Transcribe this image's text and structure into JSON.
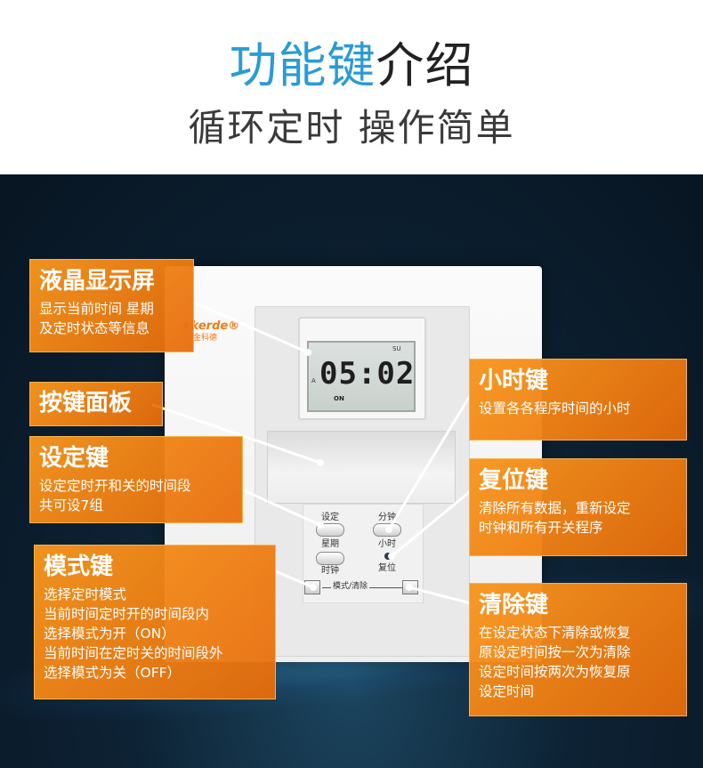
{
  "header": {
    "title_accent": "功能键",
    "title_rest": "介绍",
    "subtitle": "循环定时 操作简单"
  },
  "device": {
    "brand": "kerde",
    "brand_cn": "金科德",
    "lcd_time": "05:02",
    "lcd_day": "SU",
    "lcd_a": "A",
    "lcd_on": "ON",
    "btn_set": "设定",
    "btn_week": "星期",
    "btn_clock": "时钟",
    "btn_minute": "分钟",
    "btn_hour": "小时",
    "btn_reset": "复位",
    "mode_clear": "模式/清除"
  },
  "callouts": {
    "lcd": {
      "title": "液晶显示屏",
      "lines": [
        "显示当前时间 星期",
        "及定时状态等信息"
      ]
    },
    "panel": {
      "title": "按键面板"
    },
    "set": {
      "title": "设定键",
      "lines": [
        "设定定时开和关的时间段",
        "共可设7组"
      ]
    },
    "mode": {
      "title": "模式键",
      "lines": [
        "选择定时模式",
        "当前时间定时开的时间段内",
        "选择模式为开（ON）",
        "当前时间在定时关的时间段外",
        "选择模式为关（OFF）"
      ]
    },
    "hour": {
      "title": "小时键",
      "lines": [
        "设置各各程序时间的小时"
      ]
    },
    "reset": {
      "title": "复位键",
      "lines": [
        "清除所有数据，重新设定",
        "时钟和所有开关程序"
      ]
    },
    "clear": {
      "title": "清除键",
      "lines": [
        "在设定状态下清除或恢复",
        "原设定时间按一次为清除",
        "设定时间按两次为恢复原",
        "设定时间"
      ]
    }
  },
  "colors": {
    "accent_blue": "#2a9bd6",
    "callout_orange": "#f4901e",
    "stage_dark": "#0d2234"
  }
}
